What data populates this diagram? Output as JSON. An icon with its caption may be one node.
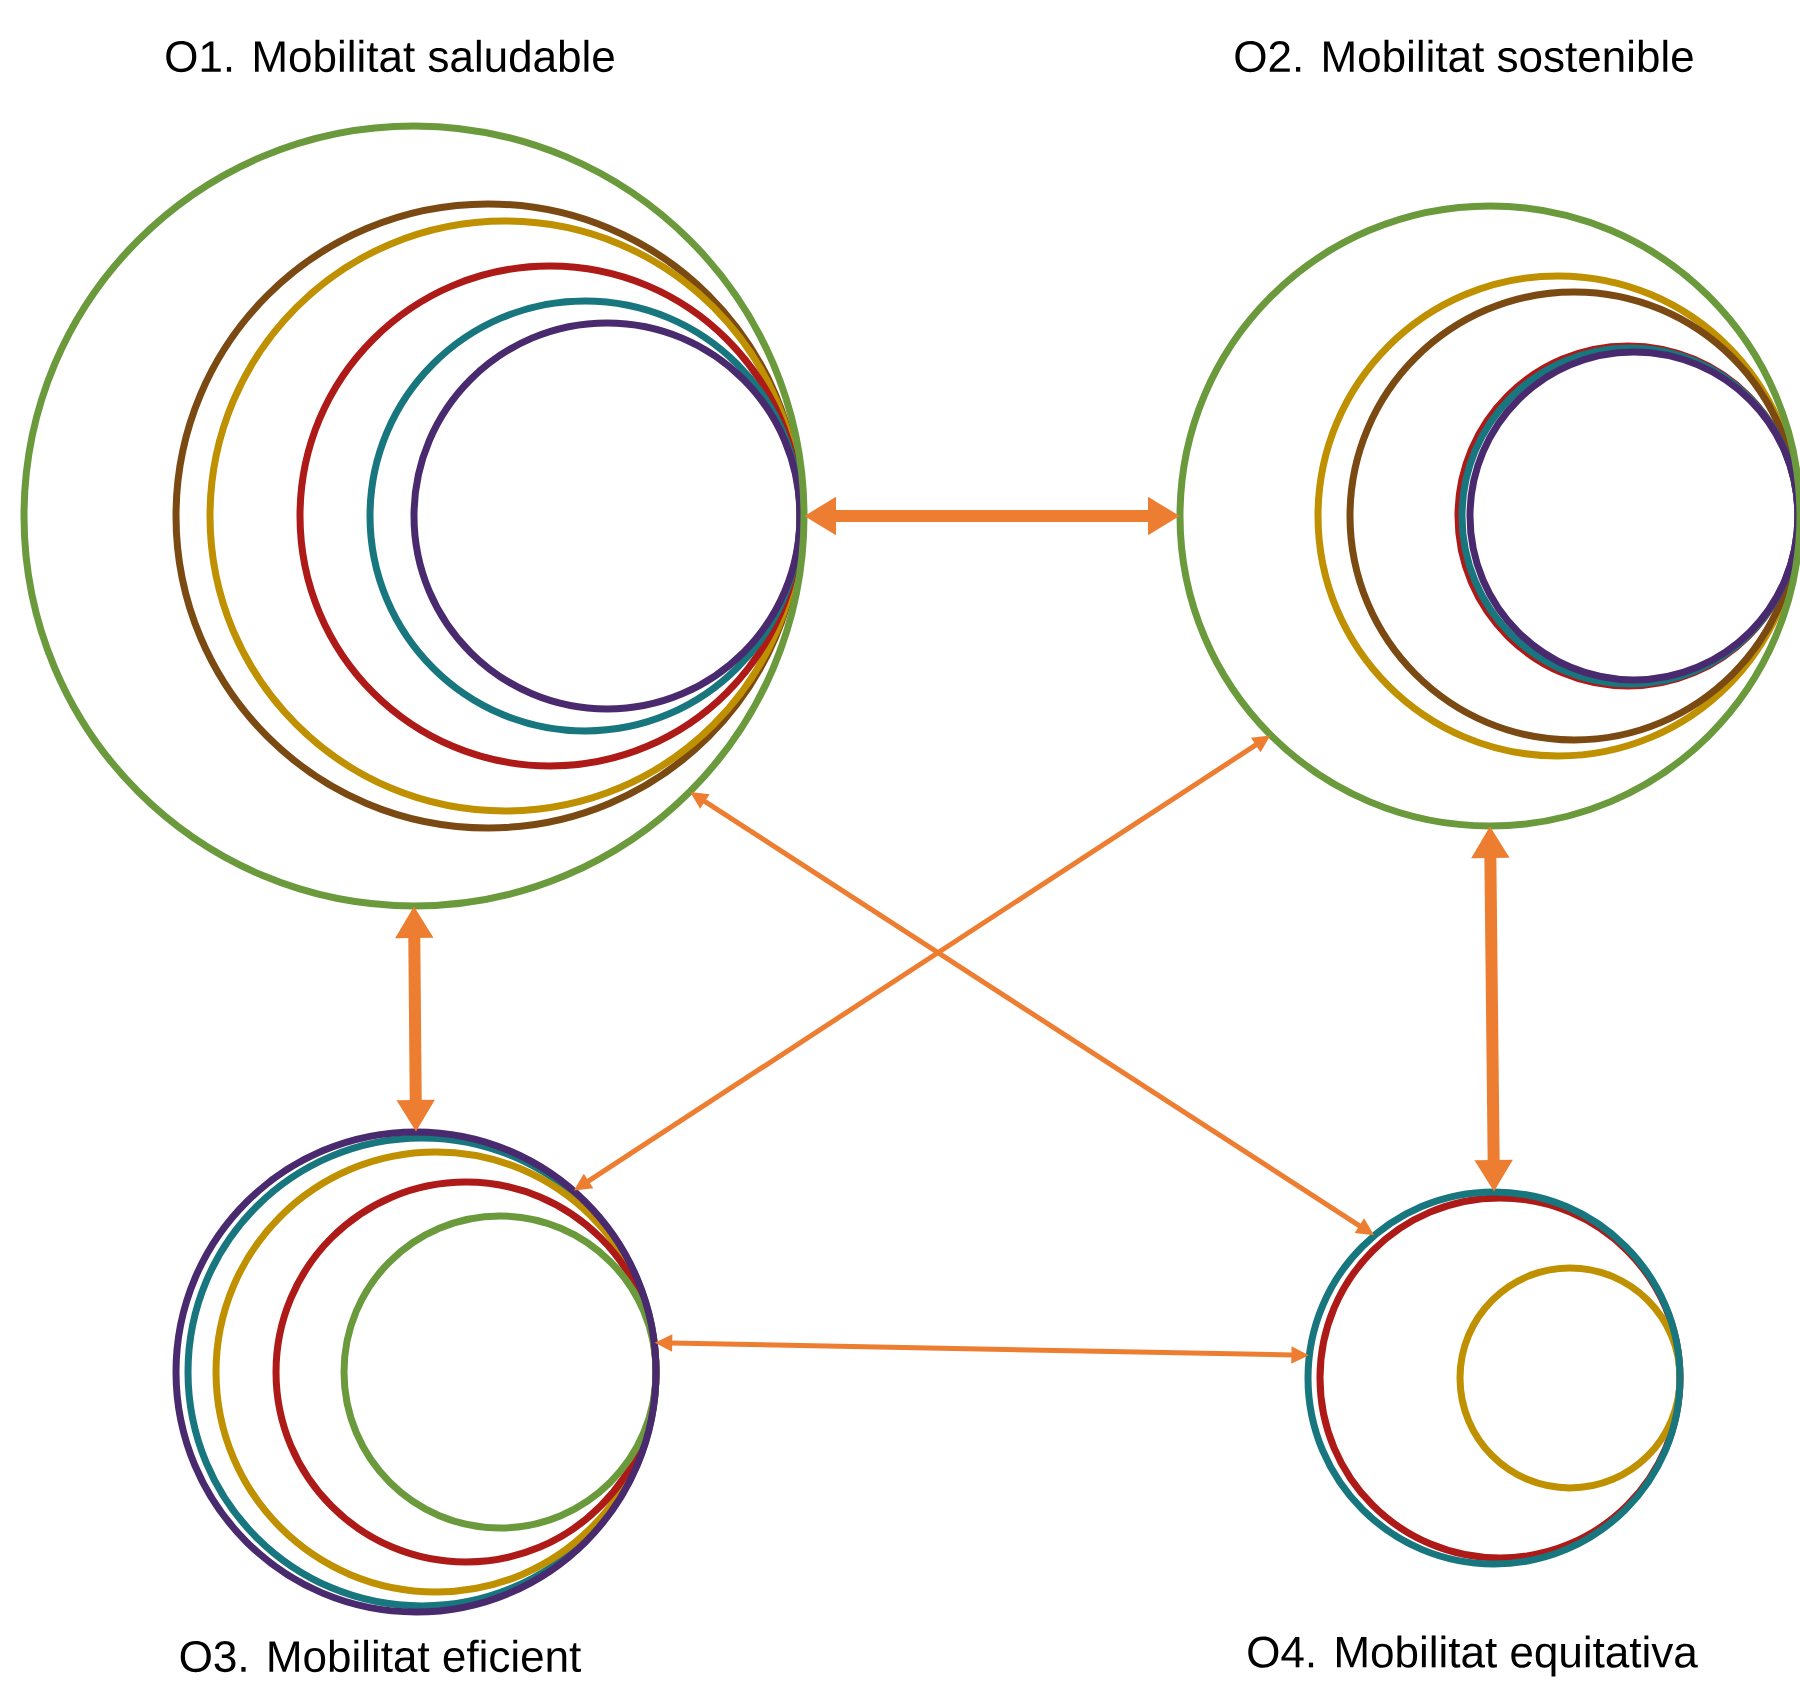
{
  "diagram": {
    "nodes": [
      {
        "text": [
          "O1. Mobilitat saludable"
        ]
      },
      {
        "text": [
          "O2. Mobilitat sostenible"
        ]
      },
      {
        "text": [
          "O3. Mobilitat eficient"
        ]
      },
      {
        "text": [
          "O4. Mobilitat equitativa"
        ]
      }
    ],
    "edges": [
      {
        "from": 0,
        "to": 1,
        "arrow": "both",
        "style": "thick"
      },
      {
        "from": 0,
        "to": 2,
        "arrow": "both",
        "style": "thick"
      },
      {
        "from": 1,
        "to": 3,
        "arrow": "both",
        "style": "thick"
      },
      {
        "from": 0,
        "to": 3,
        "arrow": "both"
      },
      {
        "from": 1,
        "to": 2,
        "arrow": "both"
      },
      {
        "from": 2,
        "to": 3,
        "arrow": "both"
      }
    ]
  }
}
